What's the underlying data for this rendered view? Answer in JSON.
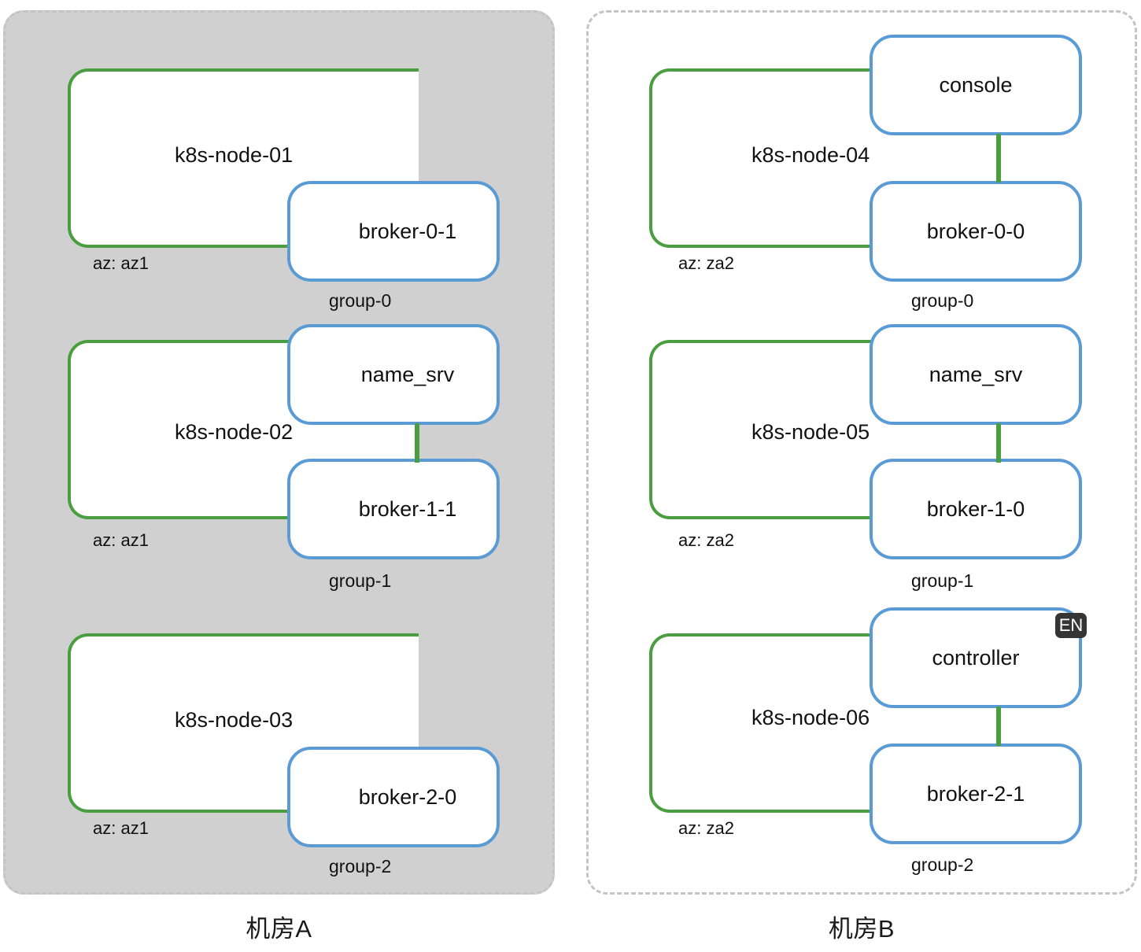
{
  "diagram": {
    "panels": [
      {
        "id": "dc-a",
        "caption": "机房A",
        "style": "filled",
        "nodes": [
          {
            "node_label": "k8s-node-01",
            "az_label": "az: az1",
            "group_label": "group-0",
            "pods": [
              "broker-0-1"
            ]
          },
          {
            "node_label": "k8s-node-02",
            "az_label": "az: az1",
            "group_label": "group-1",
            "pods": [
              "name_srv",
              "broker-1-1"
            ]
          },
          {
            "node_label": "k8s-node-03",
            "az_label": "az: az1",
            "group_label": "group-2",
            "pods": [
              "broker-2-0"
            ]
          }
        ]
      },
      {
        "id": "dc-b",
        "caption": "机房B",
        "style": "plain",
        "nodes": [
          {
            "node_label": "k8s-node-04",
            "az_label": "az: za2",
            "group_label": "group-0",
            "pods": [
              "console",
              "broker-0-0"
            ]
          },
          {
            "node_label": "k8s-node-05",
            "az_label": "az: za2",
            "group_label": "group-1",
            "pods": [
              "name_srv",
              "broker-1-0"
            ]
          },
          {
            "node_label": "k8s-node-06",
            "az_label": "az: za2",
            "group_label": "group-2",
            "pods": [
              "controller",
              "broker-2-1"
            ]
          }
        ]
      }
    ],
    "ime_badge": {
      "text": "EN"
    },
    "colors": {
      "node_border": "#4a9e40",
      "pod_border": "#5b9bd5",
      "panel_border": "#c4c4c4",
      "panel_fill": "#d0d0d0",
      "badge_background": "#353535",
      "text": "#111111"
    }
  }
}
